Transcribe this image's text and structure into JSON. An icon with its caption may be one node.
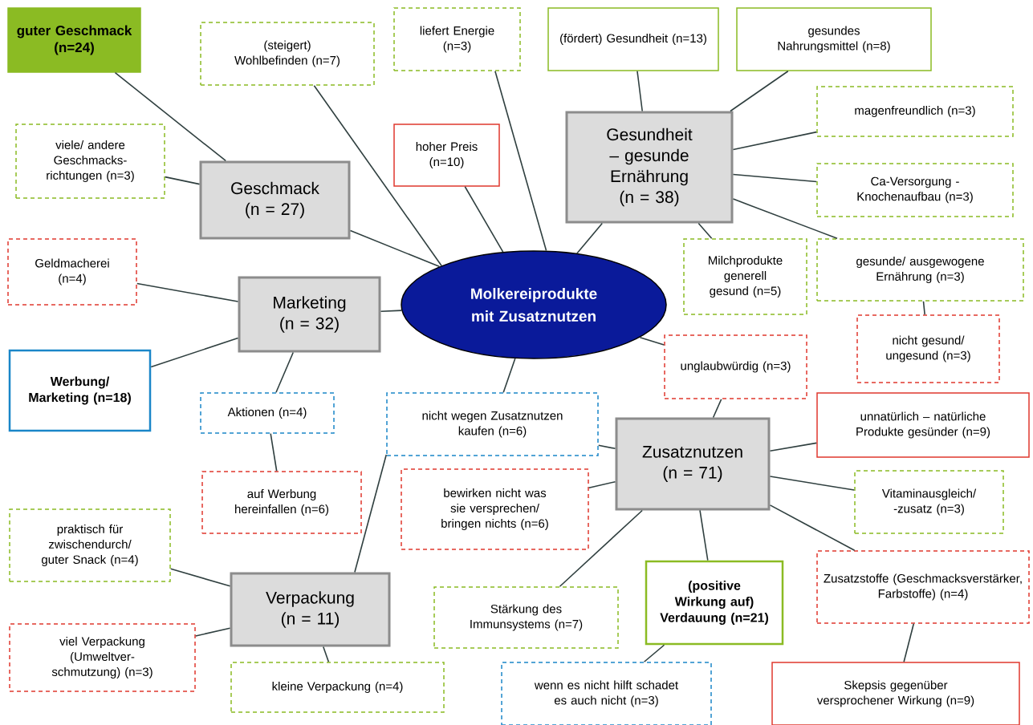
{
  "diagram": {
    "nodes": [
      {
        "text": [
          "guter Geschmack (n=24)"
        ]
      },
      {
        "text": [
          "(steigert) Wohlbefinden (n=7)"
        ]
      },
      {
        "text": [
          "liefert Energie (n=3)"
        ]
      },
      {
        "text": [
          "(fördert) Gesundheit (n=13)"
        ]
      },
      {
        "text": [
          "gesundes Nahrungsmittel (n=8)"
        ]
      },
      {
        "text": [
          "viele/ andere Geschmacks-richtungen (n=3)"
        ]
      },
      {
        "text": [
          "Geschmack (n = 27)"
        ]
      },
      {
        "text": [
          "hoher Preis (n=10)"
        ]
      },
      {
        "text": [
          "Gesundheit – gesunde Ernährung (n = 38)"
        ]
      },
      {
        "text": [
          "magenfreundlich (n=3)"
        ]
      },
      {
        "text": [
          "Ca-Versorgung - Knochenaufbau (n=3)"
        ]
      },
      {
        "text": [
          "Geldmacherei (n=4)"
        ]
      },
      {
        "text": [
          "Marketing (n = 32)"
        ]
      },
      {
        "text": [
          "Molkereiprodukte mit Zusatznutzen"
        ]
      },
      {
        "text": [
          "Milchprodukte generell gesund (n=5)"
        ]
      },
      {
        "text": [
          "gesunde/ ausgewogene Ernährung (n=3)"
        ]
      },
      {
        "text": [
          "nicht gesund/ ungesund (n=3)"
        ]
      },
      {
        "text": [
          "Werbung/ Marketing (n=18)"
        ]
      },
      {
        "text": [
          "unglaubwürdig (n=3)"
        ]
      },
      {
        "text": [
          "Aktionen (n=4)"
        ]
      },
      {
        "text": [
          "nicht wegen Zusatznutzen kaufen (n=6)"
        ]
      },
      {
        "text": [
          "unnatürlich – natürliche Produkte gesünder (n=9)"
        ]
      },
      {
        "text": [
          "Zusatznutzen (n = 71)"
        ]
      },
      {
        "text": [
          "auf Werbung hereinfallen (n=6)"
        ]
      },
      {
        "text": [
          "bewirken nicht was sie versprechen/ bringen nichts (n=6)"
        ]
      },
      {
        "text": [
          "Vitaminausgleich/ -zusatz (n=3)"
        ]
      },
      {
        "text": [
          "praktisch für zwischendurch/ guter Snack (n=4)"
        ]
      },
      {
        "text": [
          "Verpackung (n = 11)"
        ]
      },
      {
        "text": [
          "Stärkung des Immunsystems (n=7)"
        ]
      },
      {
        "text": [
          "(positive Wirkung auf) Verdauung (n=21)"
        ]
      },
      {
        "text": [
          "Zusatzstoffe (Geschmacksverstärker, Farbstoffe) (n=4)"
        ]
      },
      {
        "text": [
          "viel Verpackung (Umweltver-schmutzung) (n=3)"
        ]
      },
      {
        "text": [
          "kleine Verpackung (n=4)"
        ]
      },
      {
        "text": [
          "wenn es nicht hilft schadet es auch nicht (n=3)"
        ]
      },
      {
        "text": [
          "Skepsis gegenüber versprochener Wirkung (n=9)"
        ]
      }
    ],
    "edges": [
      {
        "from": 13,
        "to": 6,
        "arrow": "none"
      },
      {
        "from": 13,
        "to": 12,
        "arrow": "none"
      },
      {
        "from": 13,
        "to": 8,
        "arrow": "none"
      },
      {
        "from": 13,
        "to": 1,
        "arrow": "none"
      },
      {
        "from": 13,
        "to": 2,
        "arrow": "none"
      },
      {
        "from": 13,
        "to": 7,
        "arrow": "none"
      },
      {
        "from": 13,
        "to": 20,
        "arrow": "none"
      },
      {
        "from": 13,
        "to": 18,
        "arrow": "none"
      },
      {
        "from": 6,
        "to": 0,
        "arrow": "none"
      },
      {
        "from": 6,
        "to": 5,
        "arrow": "none"
      },
      {
        "from": 12,
        "to": 11,
        "arrow": "none"
      },
      {
        "from": 12,
        "to": 17,
        "arrow": "none"
      },
      {
        "from": 12,
        "to": 19,
        "arrow": "none"
      },
      {
        "from": 19,
        "to": 23,
        "arrow": "none"
      },
      {
        "from": 8,
        "to": 3,
        "arrow": "none"
      },
      {
        "from": 8,
        "to": 4,
        "arrow": "none"
      },
      {
        "from": 8,
        "to": 9,
        "arrow": "none"
      },
      {
        "from": 8,
        "to": 10,
        "arrow": "none"
      },
      {
        "from": 8,
        "to": 14,
        "arrow": "none"
      },
      {
        "from": 8,
        "to": 15,
        "arrow": "none"
      },
      {
        "from": 15,
        "to": 16,
        "arrow": "none"
      },
      {
        "from": 18,
        "to": 22,
        "arrow": "none"
      },
      {
        "from": 22,
        "to": 20,
        "arrow": "none"
      },
      {
        "from": 22,
        "to": 21,
        "arrow": "none"
      },
      {
        "from": 22,
        "to": 24,
        "arrow": "none"
      },
      {
        "from": 22,
        "to": 25,
        "arrow": "none"
      },
      {
        "from": 22,
        "to": 28,
        "arrow": "none"
      },
      {
        "from": 22,
        "to": 29,
        "arrow": "none"
      },
      {
        "from": 22,
        "to": 30,
        "arrow": "none"
      },
      {
        "from": 29,
        "to": 33,
        "arrow": "none"
      },
      {
        "from": 30,
        "to": 34,
        "arrow": "none"
      },
      {
        "from": 27,
        "to": 20,
        "arrow": "none"
      },
      {
        "from": 27,
        "to": 26,
        "arrow": "none"
      },
      {
        "from": 27,
        "to": 31,
        "arrow": "none"
      },
      {
        "from": 27,
        "to": 32,
        "arrow": "none"
      }
    ]
  }
}
